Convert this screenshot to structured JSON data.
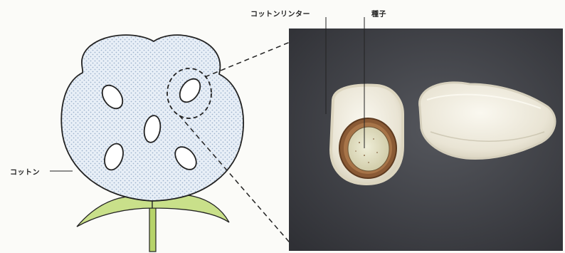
{
  "labels": {
    "cotton_linter": "コットンリンター",
    "seed": "種子",
    "cotton": "コットン"
  },
  "colors": {
    "boll_fill": "#e6eef6",
    "boll_dots": "#9fb3cc",
    "outline": "#222222",
    "leaf": "#c9e08a",
    "stem": "#b6d36a",
    "photo_bg": "#3f4147",
    "fiber": "#ece8dc",
    "seed_coat": "#8a5a35",
    "seed_kernel": "#e6e2c8"
  },
  "icons": {
    "dashed_circle": "dashed-circle-icon",
    "leader_lines": "dashed-leader-line"
  }
}
